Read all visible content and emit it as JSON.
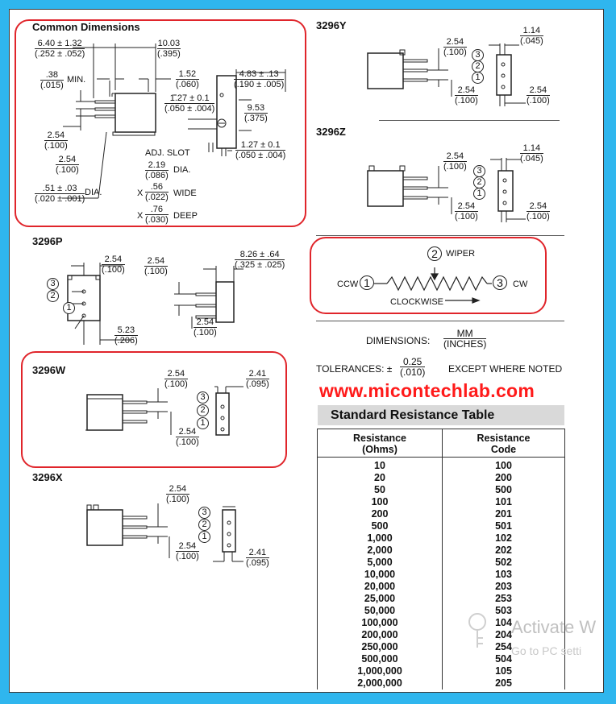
{
  "url_banner": "www.micontechlab.com",
  "common": {
    "title": "Common Dimensions",
    "dim1": {
      "n": "6.40 ± 1.32",
      "d": "(.252 ± .052)"
    },
    "dim2": {
      "n": "10.03",
      "d": "(.395)"
    },
    "dim3": {
      "n": ".38",
      "d": "(.015)"
    },
    "min": "MIN.",
    "dim4": {
      "n": "1.52",
      "d": "(.060)"
    },
    "dim5": {
      "n": "4.83 ± .13",
      "d": "(.190 ± .005)"
    },
    "dim6": {
      "n": "1.27 ± 0.1",
      "d": "(.050 ± .004)"
    },
    "dim7": {
      "n": "9.53",
      "d": "(.375)"
    },
    "dim8": {
      "n": "2.54",
      "d": "(.100)"
    },
    "dim9": {
      "n": "2.54",
      "d": "(.100)"
    },
    "dim10": {
      "n": "1.27 ± 0.1",
      "d": "(.050 ± .004)"
    },
    "adj_slot": "ADJ. SLOT",
    "dim11": {
      "n": "2.19",
      "d": "(.086)"
    },
    "dia": "DIA.",
    "dim12": {
      "n": ".51 ± .03",
      "d": "(.020 ± .001)"
    },
    "dia2": "DIA.",
    "x1": "X",
    "dim13": {
      "n": ".56",
      "d": "(.022)"
    },
    "wide": "WIDE",
    "x2": "X",
    "dim14": {
      "n": ".76",
      "d": "(.030)"
    },
    "deep": "DEEP"
  },
  "p3296p": {
    "title": "3296P",
    "dim1": {
      "n": "2.54",
      "d": "(.100)"
    },
    "dim2": {
      "n": "2.54",
      "d": "(.100)"
    },
    "dim3": {
      "n": "8.26 ± .64",
      "d": "(.325 ± .025)"
    },
    "dim4": {
      "n": "2.54",
      "d": "(.100)"
    },
    "dim5": {
      "n": "5.23",
      "d": "(.206)"
    },
    "pins": [
      "3",
      "2",
      "1"
    ]
  },
  "p3296w": {
    "title": "3296W",
    "dim1": {
      "n": "2.54",
      "d": "(.100)"
    },
    "dim2": {
      "n": "2.41",
      "d": "(.095)"
    },
    "dim3": {
      "n": "2.54",
      "d": "(.100)"
    },
    "pins": [
      "3",
      "2",
      "1"
    ]
  },
  "p3296x": {
    "title": "3296X",
    "dim1": {
      "n": "2.54",
      "d": "(.100)"
    },
    "dim2": {
      "n": "2.54",
      "d": "(.100)"
    },
    "dim3": {
      "n": "2.41",
      "d": "(.095)"
    },
    "pins": [
      "3",
      "2",
      "1"
    ]
  },
  "p3296y": {
    "title": "3296Y",
    "dim1": {
      "n": "2.54",
      "d": "(.100)"
    },
    "dim2": {
      "n": "1.14",
      "d": "(.045)"
    },
    "dim3": {
      "n": "2.54",
      "d": "(.100)"
    },
    "dim4": {
      "n": "2.54",
      "d": "(.100)"
    },
    "pins": [
      "3",
      "2",
      "1"
    ]
  },
  "p3296z": {
    "title": "3296Z",
    "dim1": {
      "n": "2.54",
      "d": "(.100)"
    },
    "dim2": {
      "n": "1.14",
      "d": "(.045)"
    },
    "dim3": {
      "n": "2.54",
      "d": "(.100)"
    },
    "dim4": {
      "n": "2.54",
      "d": "(.100)"
    },
    "pins": [
      "3",
      "2",
      "1"
    ]
  },
  "schematic": {
    "pin2": "2",
    "wiper": "WIPER",
    "ccw": "CCW",
    "pin1": "1",
    "pin3": "3",
    "cw": "CW",
    "clockwise": "CLOCKWISE"
  },
  "dimensions_note": {
    "label": "DIMENSIONS:",
    "n": "MM",
    "d": "(INCHES)"
  },
  "tolerances_note": {
    "label": "TOLERANCES: ±",
    "n": "0.25",
    "d": "(.010)",
    "suffix": "EXCEPT WHERE NOTED"
  },
  "table": {
    "title": "Standard Resistance Table",
    "headers": [
      {
        "a": "Resistance",
        "b": "(Ohms)"
      },
      {
        "a": "Resistance",
        "b": "Code"
      }
    ],
    "rows": [
      [
        "10",
        "100"
      ],
      [
        "20",
        "200"
      ],
      [
        "50",
        "500"
      ],
      [
        "100",
        "101"
      ],
      [
        "200",
        "201"
      ],
      [
        "500",
        "501"
      ],
      [
        "1,000",
        "102"
      ],
      [
        "2,000",
        "202"
      ],
      [
        "5,000",
        "502"
      ],
      [
        "10,000",
        "103"
      ],
      [
        "20,000",
        "203"
      ],
      [
        "25,000",
        "253"
      ],
      [
        "50,000",
        "503"
      ],
      [
        "100,000",
        "104"
      ],
      [
        "200,000",
        "204"
      ],
      [
        "250,000",
        "254"
      ],
      [
        "500,000",
        "504"
      ],
      [
        "1,000,000",
        "105"
      ],
      [
        "2,000,000",
        "205"
      ]
    ]
  },
  "watermark": {
    "line1": "Activate W",
    "line2": "Go to PC setti"
  }
}
